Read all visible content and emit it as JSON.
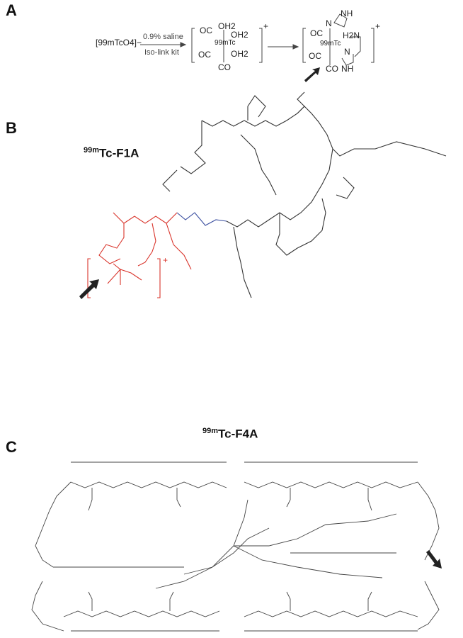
{
  "panels": {
    "a": {
      "label": "A",
      "reactant": "[99mTcO4]−",
      "condition_top": "0.9% saline",
      "condition_bottom": "Iso-link kit",
      "intermediate": {
        "metal": "99mTc",
        "ligands": [
          "OC",
          "OH2",
          "OH2",
          "OC",
          "OH2",
          "CO"
        ],
        "charge": "+"
      },
      "product": {
        "metal": "99mTc",
        "ligands": [
          "OC",
          "OC",
          "CO",
          "H2N",
          "NH",
          "N",
          "N",
          "NH"
        ],
        "charge": "+"
      }
    },
    "b": {
      "label": "B",
      "compound_sup": "99m",
      "compound_name": "Tc-F1A",
      "charge": "+"
    },
    "c": {
      "label": "C",
      "compound_sup": "99m",
      "compound_name": "Tc-F4A"
    }
  },
  "colors": {
    "chelator": "#d9342b",
    "linker": "#3b4fa0",
    "peptide": "#222222"
  },
  "icons": [
    "arrow-icon"
  ]
}
